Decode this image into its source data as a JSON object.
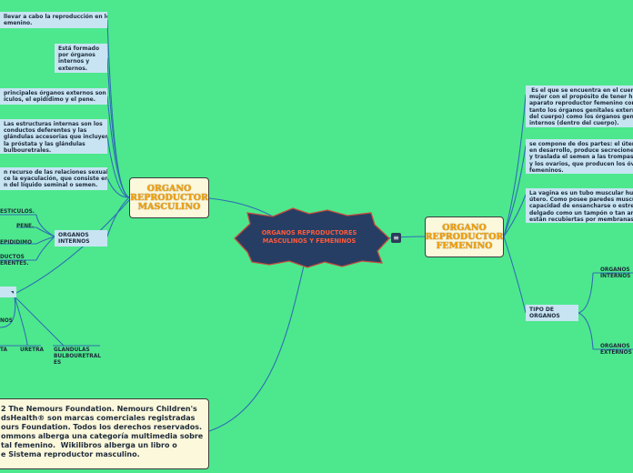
{
  "central": {
    "title": "ORGANOS REPRODUCTORES MASCULINOS Y FEMENINOS",
    "collapse_icon": "equals-icon"
  },
  "masculino": {
    "title": "ORGANO REPRODUCTOR MASCULINO",
    "notes": [
      "llevar a cabo la reproducción en los\nemenino.",
      "Está formado\npor órganos\ninternos y\nexternos.",
      "principales órganos externos son los\nículos, el epidídimo y el pene.",
      "Las estructuras internas son los\nconductos deferentes y las\nglándulas accesorias que incluyen\nla próstata y las glándulas\nbulbouretrales.",
      "n recurso de las relaciones sexuales\nce la eyaculación, que consiste en la\nn del líquido seminal o semen."
    ],
    "internos_label": "ORGANOS\nINTERNOS",
    "internos_items": [
      "ESTICULOS.",
      "PENE.",
      "EPIDIDIMO",
      "DUCTOS\nERENTES."
    ],
    "externos_label": "NOS",
    "externos_items": [
      "TA",
      "URETRA",
      "GLANDULAS\nBULBOURETRAL\nES"
    ]
  },
  "femenino": {
    "title": "ORGANO REPRODUCTOR FEMENINO",
    "notes": [
      " Es el que se encuentra en el cuerpo d\nmujer con el propósito de tener hijos\naparato reproductor femenino compr\ntanto los órganos genitales externos\ndel cuerpo) como los órganos genital\ninternos (dentro del cuerpo).",
      "se compone de dos partes: el útero, c\nen desarrollo, produce secreciones va\ny traslada el semen a las trompas uté\ny los ovarios, que producen los óvulo\nfemeninos.",
      "La vagina es un tubo muscular hueco\nútero. Como posee paredes muscular\ncapacidad de ensancharse o estrecha\ndelgado como un tampón o tan ancho\nestán recubiertas por membranas mu"
    ],
    "tipo_label": "TIPO DE\nORGANOS",
    "tipo_items": [
      "ORGANOS\nINTERNOS",
      "ORGANOS\nEXTERNOS"
    ]
  },
  "credit": "2 The Nemours Foundation. Nemours Children's\ndsHealth® son marcas comerciales registradas\nours Foundation. Todos los derechos reservados.\nommons alberga una categoría multimedia sobre\ntal femenino.  Wikilibros alberga un libro o\ne Sistema reproductor masculino.",
  "colors": {
    "background": "#4de88d",
    "note_bg": "#c8e4f3",
    "title_orange": "#f3a10a",
    "central_fill": "#263e64",
    "central_text": "#ff5a3c",
    "line": "#2f6fb4"
  }
}
